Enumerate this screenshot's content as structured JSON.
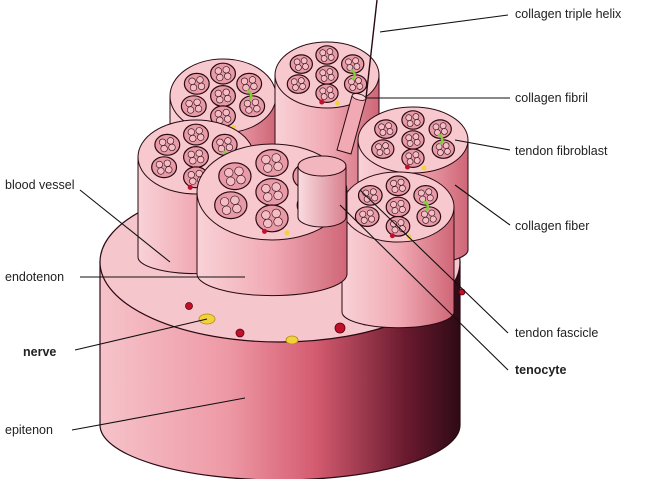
{
  "labels": {
    "collagen_triple_helix": "collagen triple helix",
    "collagen_fibril": "collagen fibril",
    "tendon_fibroblast": "tendon fibroblast",
    "collagen_fiber": "collagen fiber",
    "tendon_fascicle": "tendon fascicle",
    "tenocyte": "tenocyte",
    "blood_vessel": "blood vessel",
    "endotenon": "endotenon",
    "nerve": "nerve",
    "epitenon": "epitenon"
  },
  "colors": {
    "tissue_light": "#f7c9cf",
    "tissue_mid": "#e88a98",
    "tissue_dark": "#3a1020",
    "fiber_face": "#e89aa6",
    "fiber_ring": "#2a0a12",
    "blood_vessel": "#c0102a",
    "nerve": "#f2d23a",
    "fibroblast": "#7fcf3a"
  }
}
